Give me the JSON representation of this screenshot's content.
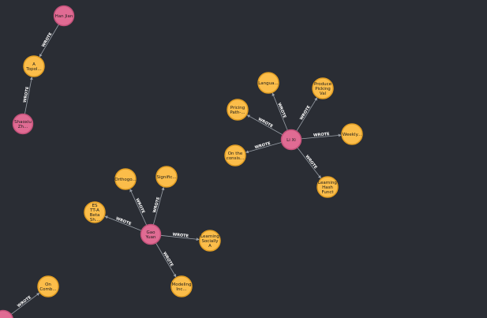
{
  "colors": {
    "background": "#2a2d34",
    "person_fill": "#e06b93",
    "person_stroke": "#c25179",
    "paper_fill": "#fbbd4a",
    "paper_stroke": "#e09d24",
    "edge": "#9aa0a8",
    "rel_text": "#ffffff"
  },
  "graph": {
    "relationship": "WROTE",
    "nodes": [
      {
        "id": "han_jian",
        "type": "person",
        "label": [
          "Han Jian"
        ]
      },
      {
        "id": "topic1",
        "type": "paper",
        "label": [
          "A",
          "Topol..."
        ]
      },
      {
        "id": "shaoxiu",
        "type": "person",
        "label": [
          "Shaoxiu",
          "Zh..."
        ]
      },
      {
        "id": "li_xi",
        "type": "person",
        "label": [
          "Li Xi"
        ]
      },
      {
        "id": "langu",
        "type": "paper",
        "label": [
          "Langua..."
        ]
      },
      {
        "id": "produce",
        "type": "paper",
        "label": [
          "Produce",
          "Picking",
          "Val"
        ]
      },
      {
        "id": "pricing",
        "type": "paper",
        "label": [
          "Pricing",
          "Path-..."
        ]
      },
      {
        "id": "weekly",
        "type": "paper",
        "label": [
          "Weekly..."
        ]
      },
      {
        "id": "consis",
        "type": "paper",
        "label": [
          "On the",
          "consis..."
        ]
      },
      {
        "id": "hash",
        "type": "paper",
        "label": [
          "Learning",
          "Hash",
          "Funct"
        ]
      },
      {
        "id": "gao_yuan",
        "type": "person",
        "label": [
          "Gao",
          "Yuan"
        ]
      },
      {
        "id": "orthogo",
        "type": "paper",
        "label": [
          "Orthogo..."
        ]
      },
      {
        "id": "signific",
        "type": "paper",
        "label": [
          "Signific..."
        ]
      },
      {
        "id": "estaa",
        "type": "paper",
        "label": [
          "ES",
          "TT-A",
          "Beta",
          "Sh..."
        ]
      },
      {
        "id": "socially",
        "type": "paper",
        "label": [
          "Learning",
          "Socially",
          "A"
        ]
      },
      {
        "id": "modeling",
        "type": "paper",
        "label": [
          "Modeling",
          "Inc..."
        ]
      },
      {
        "id": "comb",
        "type": "paper",
        "label": [
          "On",
          "Comb..."
        ]
      },
      {
        "id": "bottom_person",
        "type": "person",
        "label": []
      }
    ],
    "edges": [
      {
        "source": "han_jian",
        "target": "topic1",
        "label": "WROTE"
      },
      {
        "source": "shaoxiu",
        "target": "topic1",
        "label": "WROTE"
      },
      {
        "source": "li_xi",
        "target": "langu",
        "label": "WROTE"
      },
      {
        "source": "li_xi",
        "target": "produce",
        "label": "WROTE"
      },
      {
        "source": "li_xi",
        "target": "pricing",
        "label": "WROTE"
      },
      {
        "source": "li_xi",
        "target": "weekly",
        "label": "WROTE"
      },
      {
        "source": "li_xi",
        "target": "consis",
        "label": "WROTE"
      },
      {
        "source": "li_xi",
        "target": "hash",
        "label": "WROTE"
      },
      {
        "source": "gao_yuan",
        "target": "orthogo",
        "label": "WROTE"
      },
      {
        "source": "gao_yuan",
        "target": "signific",
        "label": "WROTE"
      },
      {
        "source": "gao_yuan",
        "target": "estaa",
        "label": "WROTE"
      },
      {
        "source": "gao_yuan",
        "target": "socially",
        "label": "WROTE"
      },
      {
        "source": "gao_yuan",
        "target": "modeling",
        "label": "WROTE"
      },
      {
        "source": "bottom_person",
        "target": "comb",
        "label": "WROTE"
      }
    ]
  }
}
